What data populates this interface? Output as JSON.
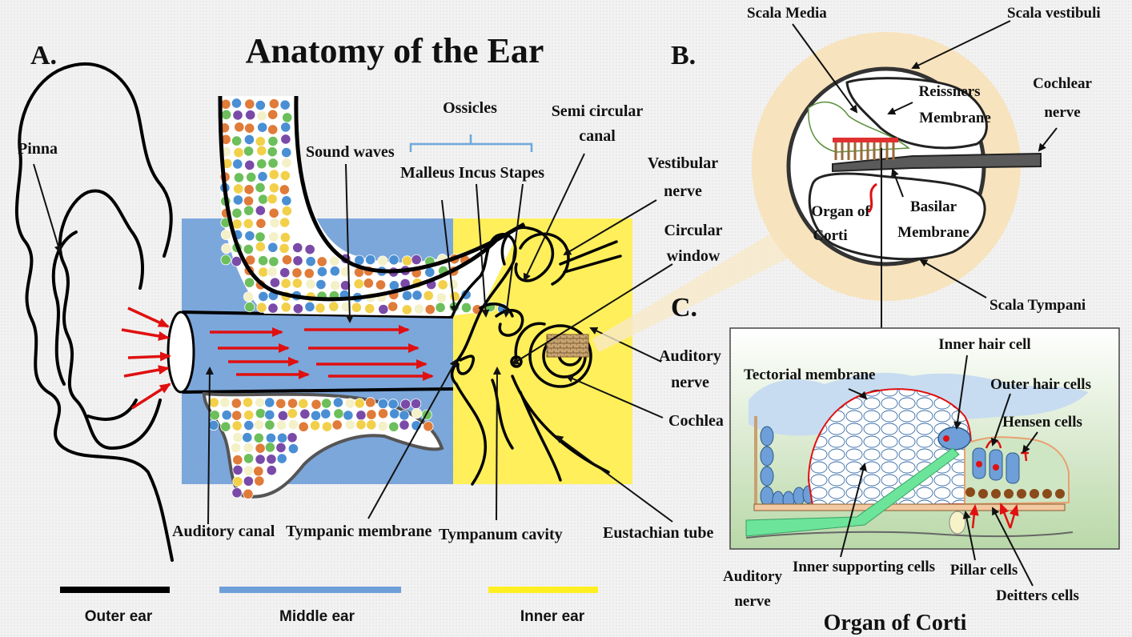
{
  "panel_a": {
    "letter": "A.",
    "title": "Anatomy of the Ear",
    "labels": {
      "pinna": "Pinna",
      "sound_waves": "Sound waves",
      "ossicles": "Ossicles",
      "malleus_incus_stapes": "Malleus Incus Stapes",
      "semi_circular_1": "Semi circular",
      "semi_circular_2": "canal",
      "vestibular_1": "Vestibular",
      "vestibular_2": "nerve",
      "circular_1": "Circular",
      "circular_2": "window",
      "auditory_nerve_1": "Auditory",
      "auditory_nerve_2": "nerve",
      "cochlea": "Cochlea",
      "eustachian_tube": "Eustachian tube",
      "auditory_canal": "Auditory canal",
      "tympanic_membrane": "Tympanic membrane",
      "tympanum_cavity": "Tympanum  cavity"
    },
    "legend": {
      "outer": "Outer ear",
      "middle": "Middle ear",
      "inner": "Inner ear"
    },
    "colors": {
      "outer": "#000000",
      "middle": "#6f9fd8",
      "inner": "#ffef20",
      "arrow": "#e01010"
    }
  },
  "panel_b": {
    "letter": "B.",
    "labels": {
      "scala_media": "Scala Media",
      "scala_vestibuli": "Scala vestibuli",
      "reissners_1": "Reissners",
      "reissners_2": "Membrane",
      "cochlear_nerve_1": "Cochlear",
      "cochlear_nerve_2": "nerve",
      "organ_of_corti_1": "Organ of",
      "organ_of_corti_2": "Corti",
      "basilar_1": "Basilar",
      "basilar_2": "Membrane",
      "scala_tympani": "Scala Tympani"
    }
  },
  "panel_c": {
    "letter": "C.",
    "title": "Organ of Corti",
    "labels": {
      "inner_hair_cell": "Inner hair cell",
      "outer_hair_cells": "Outer hair cells",
      "tectorial_membrane": "Tectorial membrane",
      "hensen_cells": "Hensen cells",
      "auditory_nerve_1": "Auditory",
      "auditory_nerve_2": "nerve",
      "inner_supporting_cells": "Inner supporting cells",
      "pillar_cells": "Pillar cells",
      "deitters_cells": "Deitters cells"
    }
  }
}
